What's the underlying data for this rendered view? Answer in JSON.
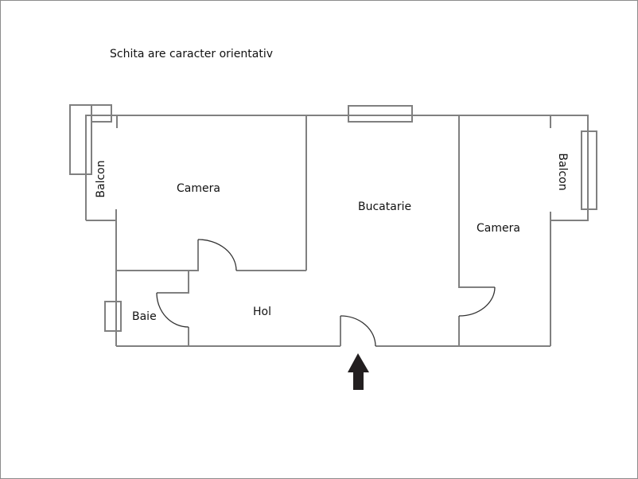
{
  "note": "Schita are caracter orientativ",
  "rooms": {
    "camera_left": "Camera",
    "balcon_left": "Balcon",
    "bucatarie": "Bucatarie",
    "camera_right": "Camera",
    "balcon_right": "Balcon",
    "hol": "Hol",
    "baie": "Baie"
  },
  "colors": {
    "wall": "#808080",
    "door_arc": "#333333",
    "arrow": "#231f20",
    "border": "#8c8c8c"
  },
  "entrance_arrow": "arrow-up-icon"
}
